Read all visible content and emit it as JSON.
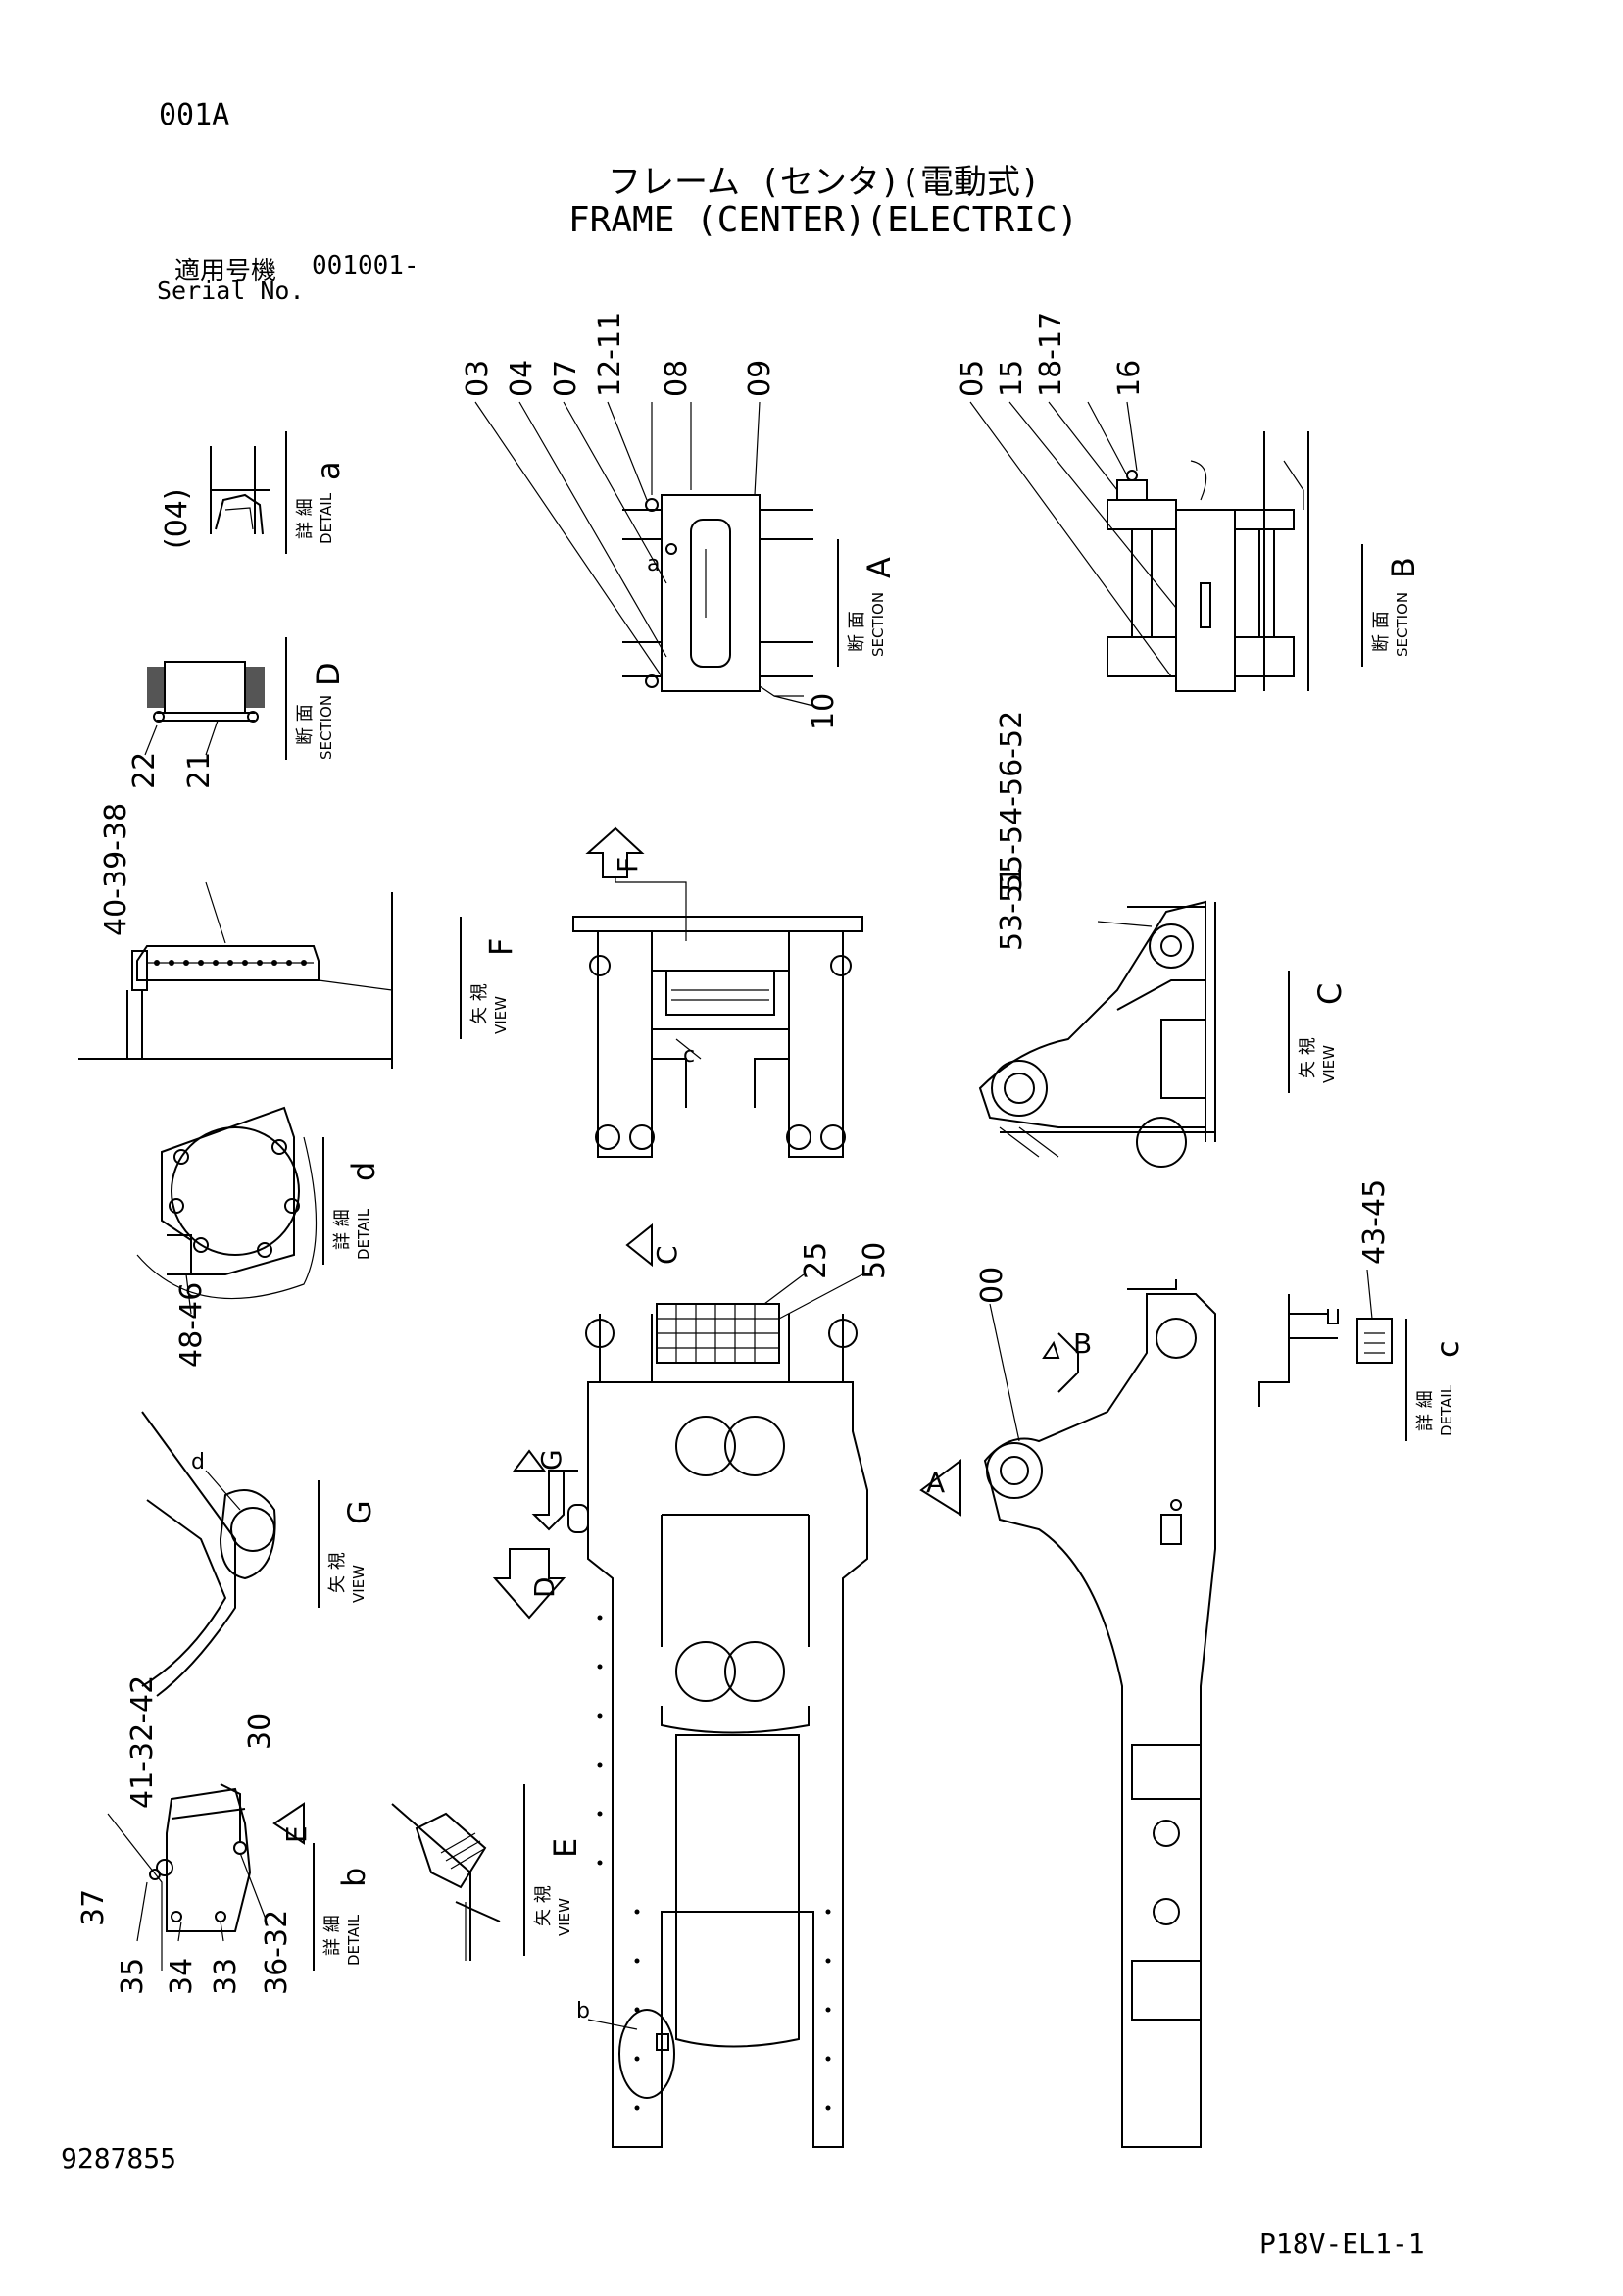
{
  "header": {
    "page_code": "001A",
    "title_jp": "フレーム (センタ)(電動式)",
    "title_en": "FRAME (CENTER)(ELECTRIC)",
    "serial_label_jp": "適用号機",
    "serial_label_en": "Serial No.",
    "serial_value": "001001-"
  },
  "footer": {
    "document_number": "9287855",
    "sheet_id": "P18V-EL1-1"
  },
  "views": {
    "detail_a": {
      "kanji": "詳 細",
      "en": "DETAIL",
      "letter": "a",
      "callouts": [
        "(04)"
      ]
    },
    "section_d": {
      "kanji": "断 面",
      "en": "SECTION",
      "letter": "D",
      "callouts": [
        "22",
        "21"
      ]
    },
    "view_f": {
      "kanji": "矢 視",
      "en": "VIEW",
      "letter": "F",
      "callouts": [
        "40-39-38"
      ]
    },
    "detail_d": {
      "kanji": "詳 細",
      "en": "DETAIL",
      "letter": "d",
      "callouts": [
        "48-46"
      ]
    },
    "view_g": {
      "kanji": "矢 視",
      "en": "VIEW",
      "letter": "G",
      "marker": "d"
    },
    "detail_b": {
      "kanji": "詳 細",
      "en": "DETAIL",
      "letter": "b",
      "callouts_top": [
        "41-32-42",
        "30"
      ],
      "callouts_left": [
        "37"
      ],
      "callouts_bottom": [
        "35",
        "34",
        "33",
        "36-32"
      ],
      "arrow": "E"
    },
    "view_e": {
      "kanji": "矢 視",
      "en": "VIEW",
      "letter": "E"
    },
    "section_a": {
      "kanji": "断 面",
      "en": "SECTION",
      "letter": "A",
      "callouts_top": [
        "03",
        "04",
        "07",
        "12-11",
        "08",
        "09"
      ],
      "callouts_bottom": [
        "10"
      ],
      "marker": "a"
    },
    "section_b": {
      "kanji": "断 面",
      "en": "SECTION",
      "letter": "B",
      "callouts_top": [
        "05",
        "15",
        "18-17",
        "16"
      ]
    },
    "main_view_top": {
      "arrow": "F",
      "marker": "c"
    },
    "view_c": {
      "kanji": "矢 視",
      "en": "VIEW",
      "letter": "C",
      "callouts": [
        "55-54-56-52",
        "53-51"
      ]
    },
    "plan_view": {
      "callouts": [
        "25",
        "50"
      ],
      "arrows": [
        "C",
        "G",
        "D"
      ],
      "marker": "b"
    },
    "side_view": {
      "callouts": [
        "00"
      ],
      "arrows": [
        "B",
        "A"
      ]
    },
    "detail_c": {
      "kanji": "詳 細",
      "en": "DETAIL",
      "letter": "c",
      "callouts": [
        "43-45"
      ]
    }
  }
}
